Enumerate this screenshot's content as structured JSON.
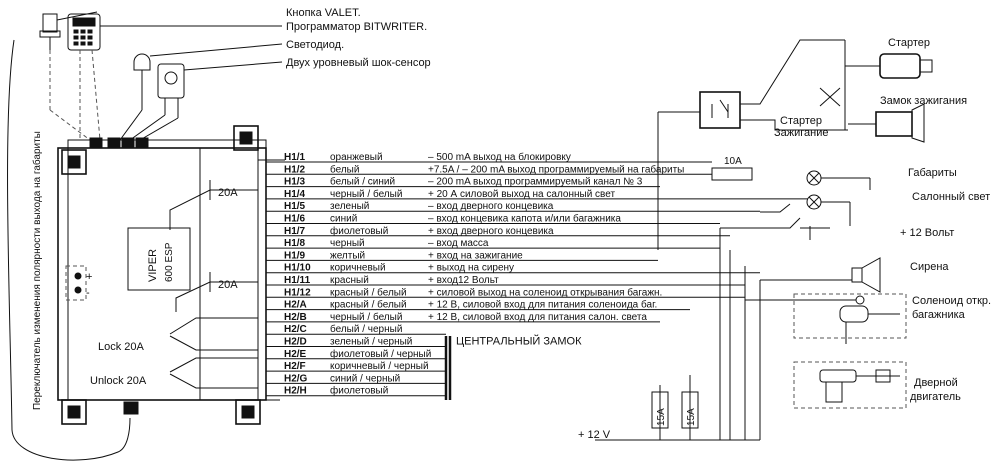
{
  "top_labels": {
    "valet": "Кнопка VALET.",
    "programmer": "Программатор BITWRITER.",
    "led": "Светодиод.",
    "shock": "Двух уровневый шок-сенсор"
  },
  "side_label": "Переключатель изменения полярности выхода на габариты",
  "module": {
    "brand": "VIPER",
    "model": "600 ESP",
    "relay_top": "20A",
    "relay_bottom": "20A",
    "lock": "Lock 20A",
    "unlock": "Unlock 20A",
    "plus": "+",
    "minus": "-"
  },
  "pins": [
    {
      "pin": "H1/1",
      "wire": "оранжевый",
      "desc": "– 500 mA выход на блокировку"
    },
    {
      "pin": "H1/2",
      "wire": "белый",
      "desc": "+7.5A / – 200 mA выход программируемый на габариты"
    },
    {
      "pin": "H1/3",
      "wire": "белый / синий",
      "desc": "– 200 mA выход программируемый канал № 3"
    },
    {
      "pin": "H1/4",
      "wire": "черный / белый",
      "desc": "+ 20 А  силовой выход на салонный свет"
    },
    {
      "pin": "H1/5",
      "wire": "зеленый",
      "desc": "– вход дверного концевика"
    },
    {
      "pin": "H1/6",
      "wire": "синий",
      "desc": "– вход концевика капота и/или багажника"
    },
    {
      "pin": "H1/7",
      "wire": "фиолетовый",
      "desc": "+ вход дверного концевика"
    },
    {
      "pin": "H1/8",
      "wire": "черный",
      "desc": "– вход масса"
    },
    {
      "pin": "H1/9",
      "wire": "желтый",
      "desc": "+ вход  на зажигание"
    },
    {
      "pin": "H1/10",
      "wire": "коричневый",
      "desc": "+ выход на сирену"
    },
    {
      "pin": "H1/11",
      "wire": "красный",
      "desc": "+ вход12 Вольт"
    },
    {
      "pin": "H1/12",
      "wire": "красный / белый",
      "desc": "+ силовой выход на соленоид открывания багажн."
    },
    {
      "pin": "H2/A",
      "wire": "красный / белый",
      "desc": "+ 12 В, силовой вход для питания соленоида баг."
    },
    {
      "pin": "H2/B",
      "wire": "черный / белый",
      "desc": "+ 12 В, силовой вход для питания салон. света"
    },
    {
      "pin": "H2/C",
      "wire": "белый / черный",
      "desc": ""
    },
    {
      "pin": "H2/D",
      "wire": "зеленый / черный",
      "desc": "ЦЕНТРАЛЬНЫЙ ЗАМОК"
    },
    {
      "pin": "H2/E",
      "wire": "фиолетовый / черный",
      "desc": ""
    },
    {
      "pin": "H2/F",
      "wire": "коричневый / черный",
      "desc": ""
    },
    {
      "pin": "H2/G",
      "wire": "синий / черный",
      "desc": ""
    },
    {
      "pin": "H2/H",
      "wire": "фиолетовый",
      "desc": ""
    }
  ],
  "right_labels": {
    "starter": "Стартер",
    "ignition_lock": "Замок зажигания",
    "starter_wire": "Стартер",
    "ignition_wire": "Зажигание",
    "parking_lights": "Габариты",
    "interior_light": "Салонный свет",
    "plus12": "+ 12 Вольт",
    "siren": "Сирена",
    "trunk_solenoid_1": "Соленоид откр.",
    "trunk_solenoid_2": "багажника",
    "door_motor_1": "Дверной",
    "door_motor_2": "двигатель"
  },
  "fuses": {
    "f10": "10A",
    "f15a": "15A",
    "f15b": "15A"
  },
  "bottom": {
    "plus12v": "+ 12 V"
  }
}
